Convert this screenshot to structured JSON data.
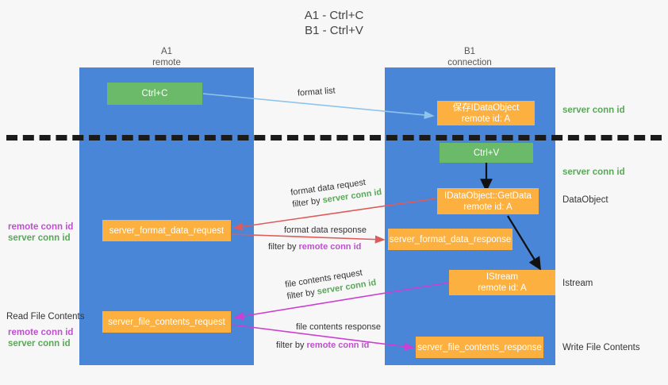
{
  "title": {
    "line1": "A1 - Ctrl+C",
    "line2": "B1 - Ctrl+V"
  },
  "columns": [
    {
      "name": "A1",
      "sub": "remote"
    },
    {
      "name": "B1",
      "sub": "connection"
    }
  ],
  "nodes": {
    "ctrl_c": {
      "label": "Ctrl+C"
    },
    "save_idataobject": {
      "line1": "保存IDataObject",
      "line2": "remote id: A"
    },
    "ctrl_v": {
      "label": "Ctrl+V"
    },
    "getdata": {
      "line1": "IDataObject::GetData",
      "line2": "remote id: A"
    },
    "istream": {
      "line1": "IStream",
      "line2": "remote id: A"
    },
    "server_format_data_request": {
      "label": "server_format_data_request"
    },
    "server_format_data_response": {
      "label": "server_format_data_response"
    },
    "server_file_contents_request": {
      "label": "server_file_contents_request"
    },
    "server_file_contents_response": {
      "label": "server_file_contents_response"
    }
  },
  "edges": {
    "format_list": {
      "label": "format list"
    },
    "format_data_request": {
      "line1": "format data request",
      "filter_prefix": "filter by ",
      "filter_key": "server conn id"
    },
    "format_data_response": {
      "line1": "format data response",
      "filter_prefix": "filter by ",
      "filter_key": "remote conn id"
    },
    "file_contents_request": {
      "line1": "file contents request",
      "filter_prefix": "filter by ",
      "filter_key": "server conn id"
    },
    "file_contents_response": {
      "line1": "file contents response",
      "filter_prefix": "filter by ",
      "filter_key": "remote conn id"
    }
  },
  "annotations": {
    "server_conn_id_top": "server conn id",
    "server_conn_id_mid": "server conn id",
    "dataobject": "DataObject",
    "istream": "Istream",
    "write_file_contents": "Write File Contents",
    "left_remote_conn_id_1": "remote conn id",
    "left_server_conn_id_1": "server conn id",
    "read_file_contents": "Read File Contents",
    "left_remote_conn_id_2": "remote conn id",
    "left_server_conn_id_2": "server conn id"
  },
  "colors": {
    "lane": "#4a86d8",
    "green_node": "#6aba6a",
    "orange_node": "#fcb040",
    "server_conn_id": "#5aa75a",
    "remote_conn_id": "#c04fd0",
    "arrow_format_list": "#8fc4ea",
    "arrow_format_data": "#e05a5a",
    "arrow_file_contents": "#cc3fd0",
    "arrow_flow": "#111111",
    "background": "#f7f7f7"
  }
}
